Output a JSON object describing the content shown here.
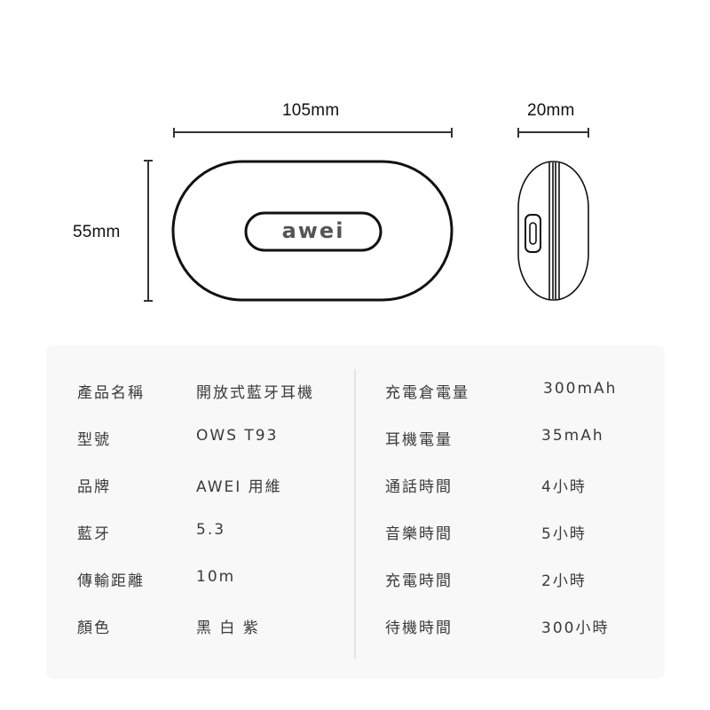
{
  "dimensions": {
    "width_label": "105mm",
    "height_label": "55mm",
    "depth_label": "20mm"
  },
  "product": {
    "logo_text": "awei"
  },
  "specs": {
    "left": [
      {
        "label": "產品名稱",
        "value": "開放式藍牙耳機"
      },
      {
        "label": "型號",
        "value": "OWS T93"
      },
      {
        "label": "品牌",
        "value": "AWEI 用維"
      },
      {
        "label": "藍牙",
        "value": "5.3"
      },
      {
        "label": "傳輸距離",
        "value": "10m"
      },
      {
        "label": "顏色",
        "value": "黑 白 紫"
      }
    ],
    "right": [
      {
        "label": "充電倉電量",
        "value": "300mAh"
      },
      {
        "label": "耳機電量",
        "value": "35mAh"
      },
      {
        "label": "通話時間",
        "value": "4小時"
      },
      {
        "label": "音樂時間",
        "value": "5小時"
      },
      {
        "label": "充電時間",
        "value": "2小時"
      },
      {
        "label": "待機時間",
        "value": "300小時"
      }
    ]
  },
  "colors": {
    "panel_bg": "#f8f8f8",
    "line": "#111111",
    "logo": "#555555"
  }
}
